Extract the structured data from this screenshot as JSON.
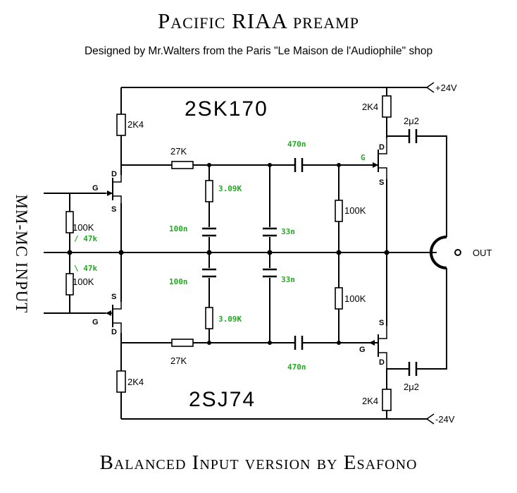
{
  "title": "Pacific RIAA preamp",
  "subtitle": "Designed by Mr.Walters from the Paris \"Le Maison de l'Audiophile\" shop",
  "footer": "Balanced Input version by Esafono",
  "input_label": "MM-MC  INPUT",
  "output_label": "OUT",
  "supply": {
    "positive": "+24V",
    "negative": "-24V"
  },
  "devices": {
    "n_channel": "2SK170",
    "p_channel": "2SJ74"
  },
  "pins": {
    "gate": "G",
    "drain": "D",
    "source": "S"
  },
  "components": {
    "r_drain_top": "2K4",
    "r_drain_bottom": "2K4",
    "r_series_top": "27K",
    "r_series_bottom": "27K",
    "r_riaa_top": "3.09K",
    "r_riaa_bottom": "3.09K",
    "c_riaa_top": "100n",
    "c_riaa_bottom": "100n",
    "c_shunt_top": "33n",
    "c_shunt_bottom": "33n",
    "c_coupling_top": "470n",
    "c_coupling_bottom": "470n",
    "r_gate_top": "100K",
    "r_gate_bottom": "100K",
    "r_input_top": "100K",
    "r_input_bottom": "100K",
    "r_input_alt_top": "/ 47k",
    "r_input_alt_bottom": "\\ 47k",
    "r_out_drain_top": "2K4",
    "r_out_drain_bottom": "2K4",
    "c_out_top": "2μ2",
    "c_out_bottom": "2μ2"
  }
}
